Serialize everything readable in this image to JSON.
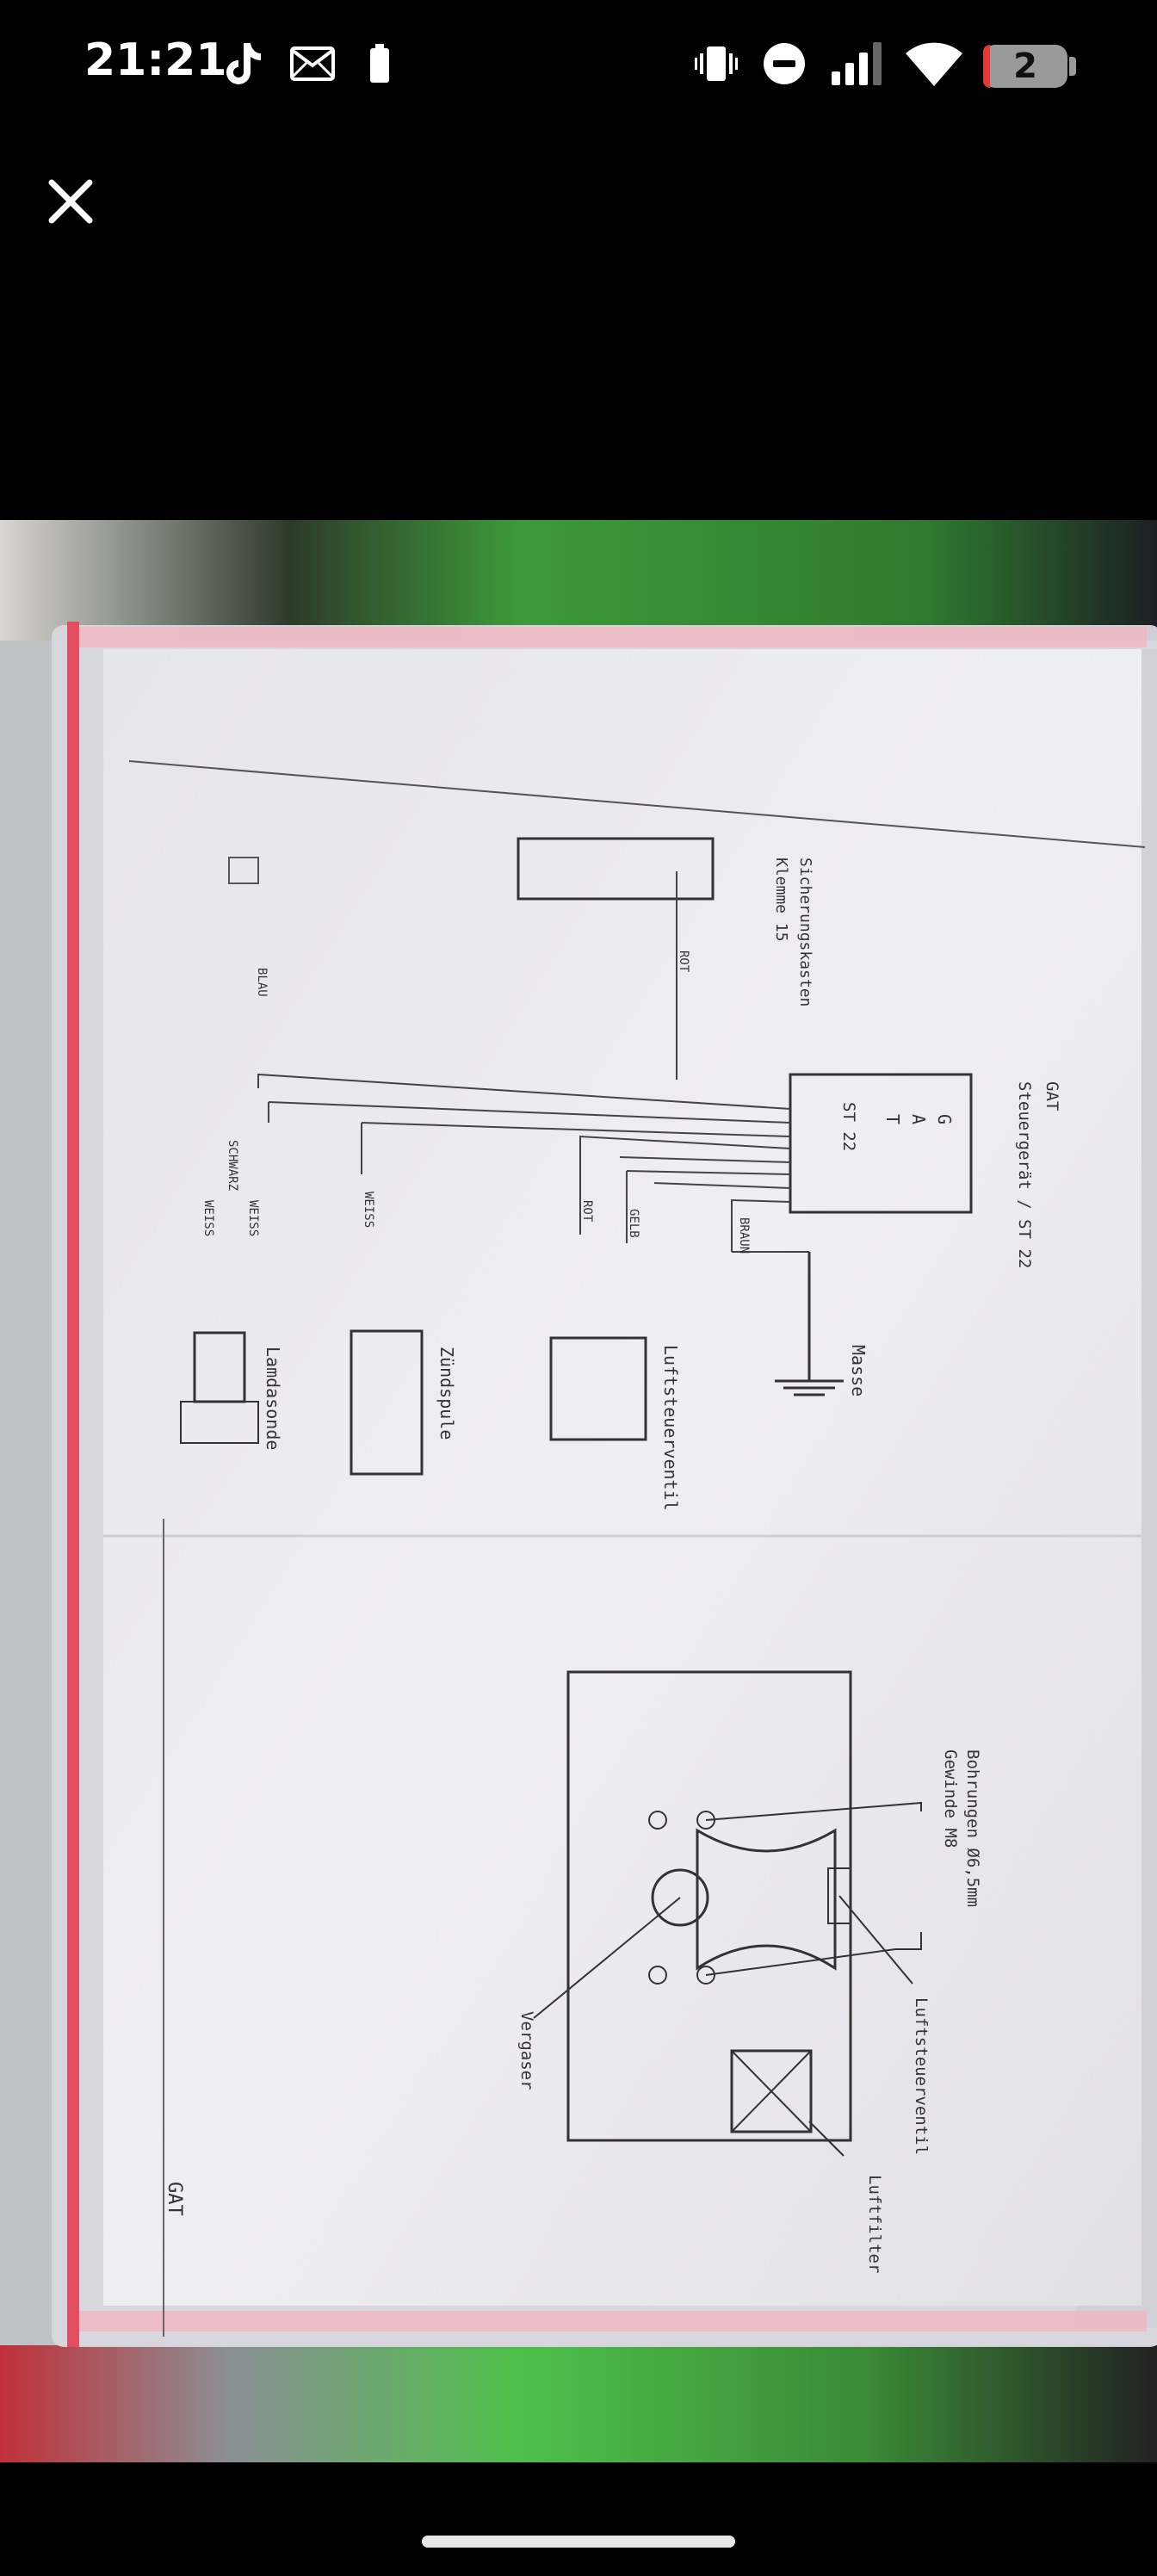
{
  "status_bar": {
    "time": "21:21",
    "battery_text": "2",
    "icons": [
      "tiktok-icon",
      "mail-icon",
      "battery-small-icon",
      "vibrate-icon",
      "do-not-disturb-icon",
      "signal-icon",
      "wifi-icon",
      "battery-icon"
    ]
  },
  "viewer": {
    "close_icon": "close-icon"
  },
  "photo": {
    "labels": {
      "gat_title": "GAT",
      "steuergeraet": "Steuergerät / ST 22",
      "box_g": "G",
      "box_a": "A",
      "box_t": "T",
      "box_st22": "ST 22",
      "masse": "Masse",
      "luftsteuerventil_1": "Luftsteuerventil",
      "zuendspule": "Zündspule",
      "lamdasonde": "Lamdasonde",
      "sicherungskasten": "Sicherungskasten",
      "klemme": "Klemme 15",
      "rot_1": "ROT",
      "rot_2": "ROT",
      "gelb": "GELB",
      "braun": "BRAUN",
      "weiss_1": "WEISS",
      "weiss_2": "WEISS",
      "weiss_3": "WEISS",
      "schwarz": "SCHWARZ",
      "blau": "BLAU",
      "bohrungen_1": "Bohrungen Ø6,5mm",
      "bohrungen_2": "Gewinde M8",
      "luftsteuerventil_2": "Luftsteuerventil",
      "vergaser": "Vergaser",
      "luftfilter": "Luftfilter",
      "gat_footer": "GAT"
    }
  }
}
